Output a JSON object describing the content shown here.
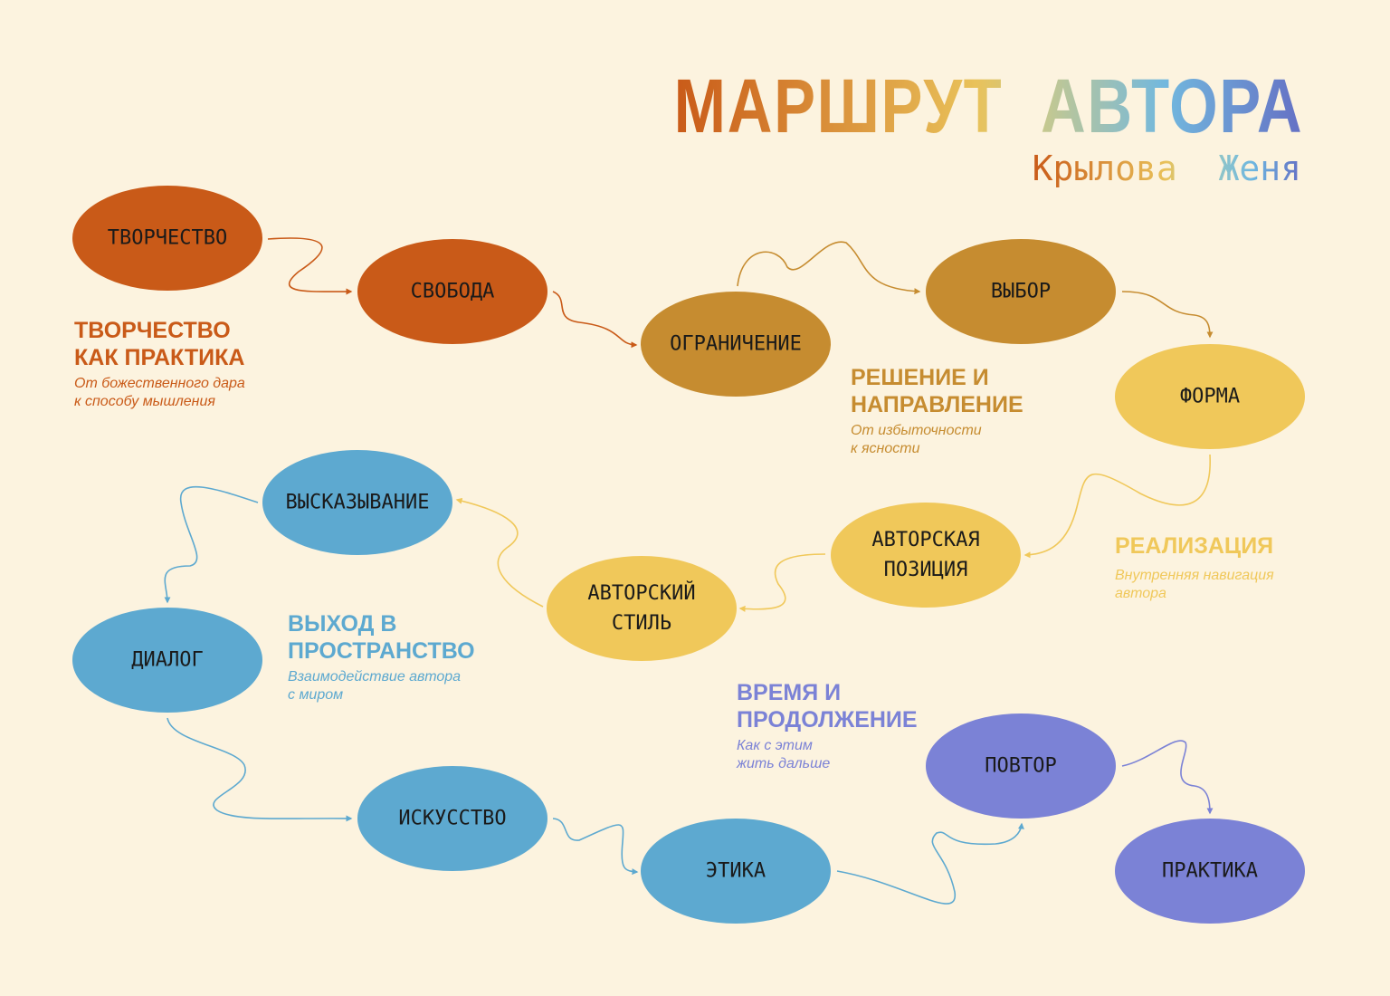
{
  "title": "МАРШРУТ  АВТОРА",
  "subtitle": "Крылова  Женя",
  "colors": {
    "background": "#FCF3DF",
    "orange": "#C95A18",
    "ochre": "#C68C30",
    "yellow": "#F0C85A",
    "blue": "#5DA9D0",
    "violet": "#7B82D6"
  },
  "nodes": [
    {
      "lines": [
        "ТВОРЧЕСТВО"
      ]
    },
    {
      "lines": [
        "СВОБОДА"
      ]
    },
    {
      "lines": [
        "ОГРАНИЧЕНИЕ"
      ]
    },
    {
      "lines": [
        "ВЫБОР"
      ]
    },
    {
      "lines": [
        "ФОРМА"
      ]
    },
    {
      "lines": [
        "АВТОРСКАЯ",
        "ПОЗИЦИЯ"
      ]
    },
    {
      "lines": [
        "АВТОРСКИЙ",
        "СТИЛЬ"
      ]
    },
    {
      "lines": [
        "ВЫСКАЗЫВАНИЕ"
      ]
    },
    {
      "lines": [
        "ДИАЛОГ"
      ]
    },
    {
      "lines": [
        "ИСКУССТВО"
      ]
    },
    {
      "lines": [
        "ЭТИКА"
      ]
    },
    {
      "lines": [
        "ПОВТОР"
      ]
    },
    {
      "lines": [
        "ПРАКТИКА"
      ]
    }
  ],
  "sections": [
    {
      "title1": "ТВОРЧЕСТВО",
      "title2": "КАК ПРАКТИКА",
      "desc1": "От божественного дара",
      "desc2": "к способу мышления"
    },
    {
      "title1": "РЕШЕНИЕ И",
      "title2": "НАПРАВЛЕНИЕ",
      "desc1": "От избыточности",
      "desc2": "к ясности"
    },
    {
      "title1": "РЕАЛИЗАЦИЯ",
      "title2": "",
      "desc1": "Внутренняя навигация",
      "desc2": "автора"
    },
    {
      "title1": "ВЫХОД В",
      "title2": "ПРОСТРАНСТВО",
      "desc1": "Взаимодействие автора",
      "desc2": "с миром"
    },
    {
      "title1": "ВРЕМЯ И",
      "title2": "ПРОДОЛЖЕНИЕ",
      "desc1": "Как с этим",
      "desc2": "жить дальше"
    }
  ]
}
